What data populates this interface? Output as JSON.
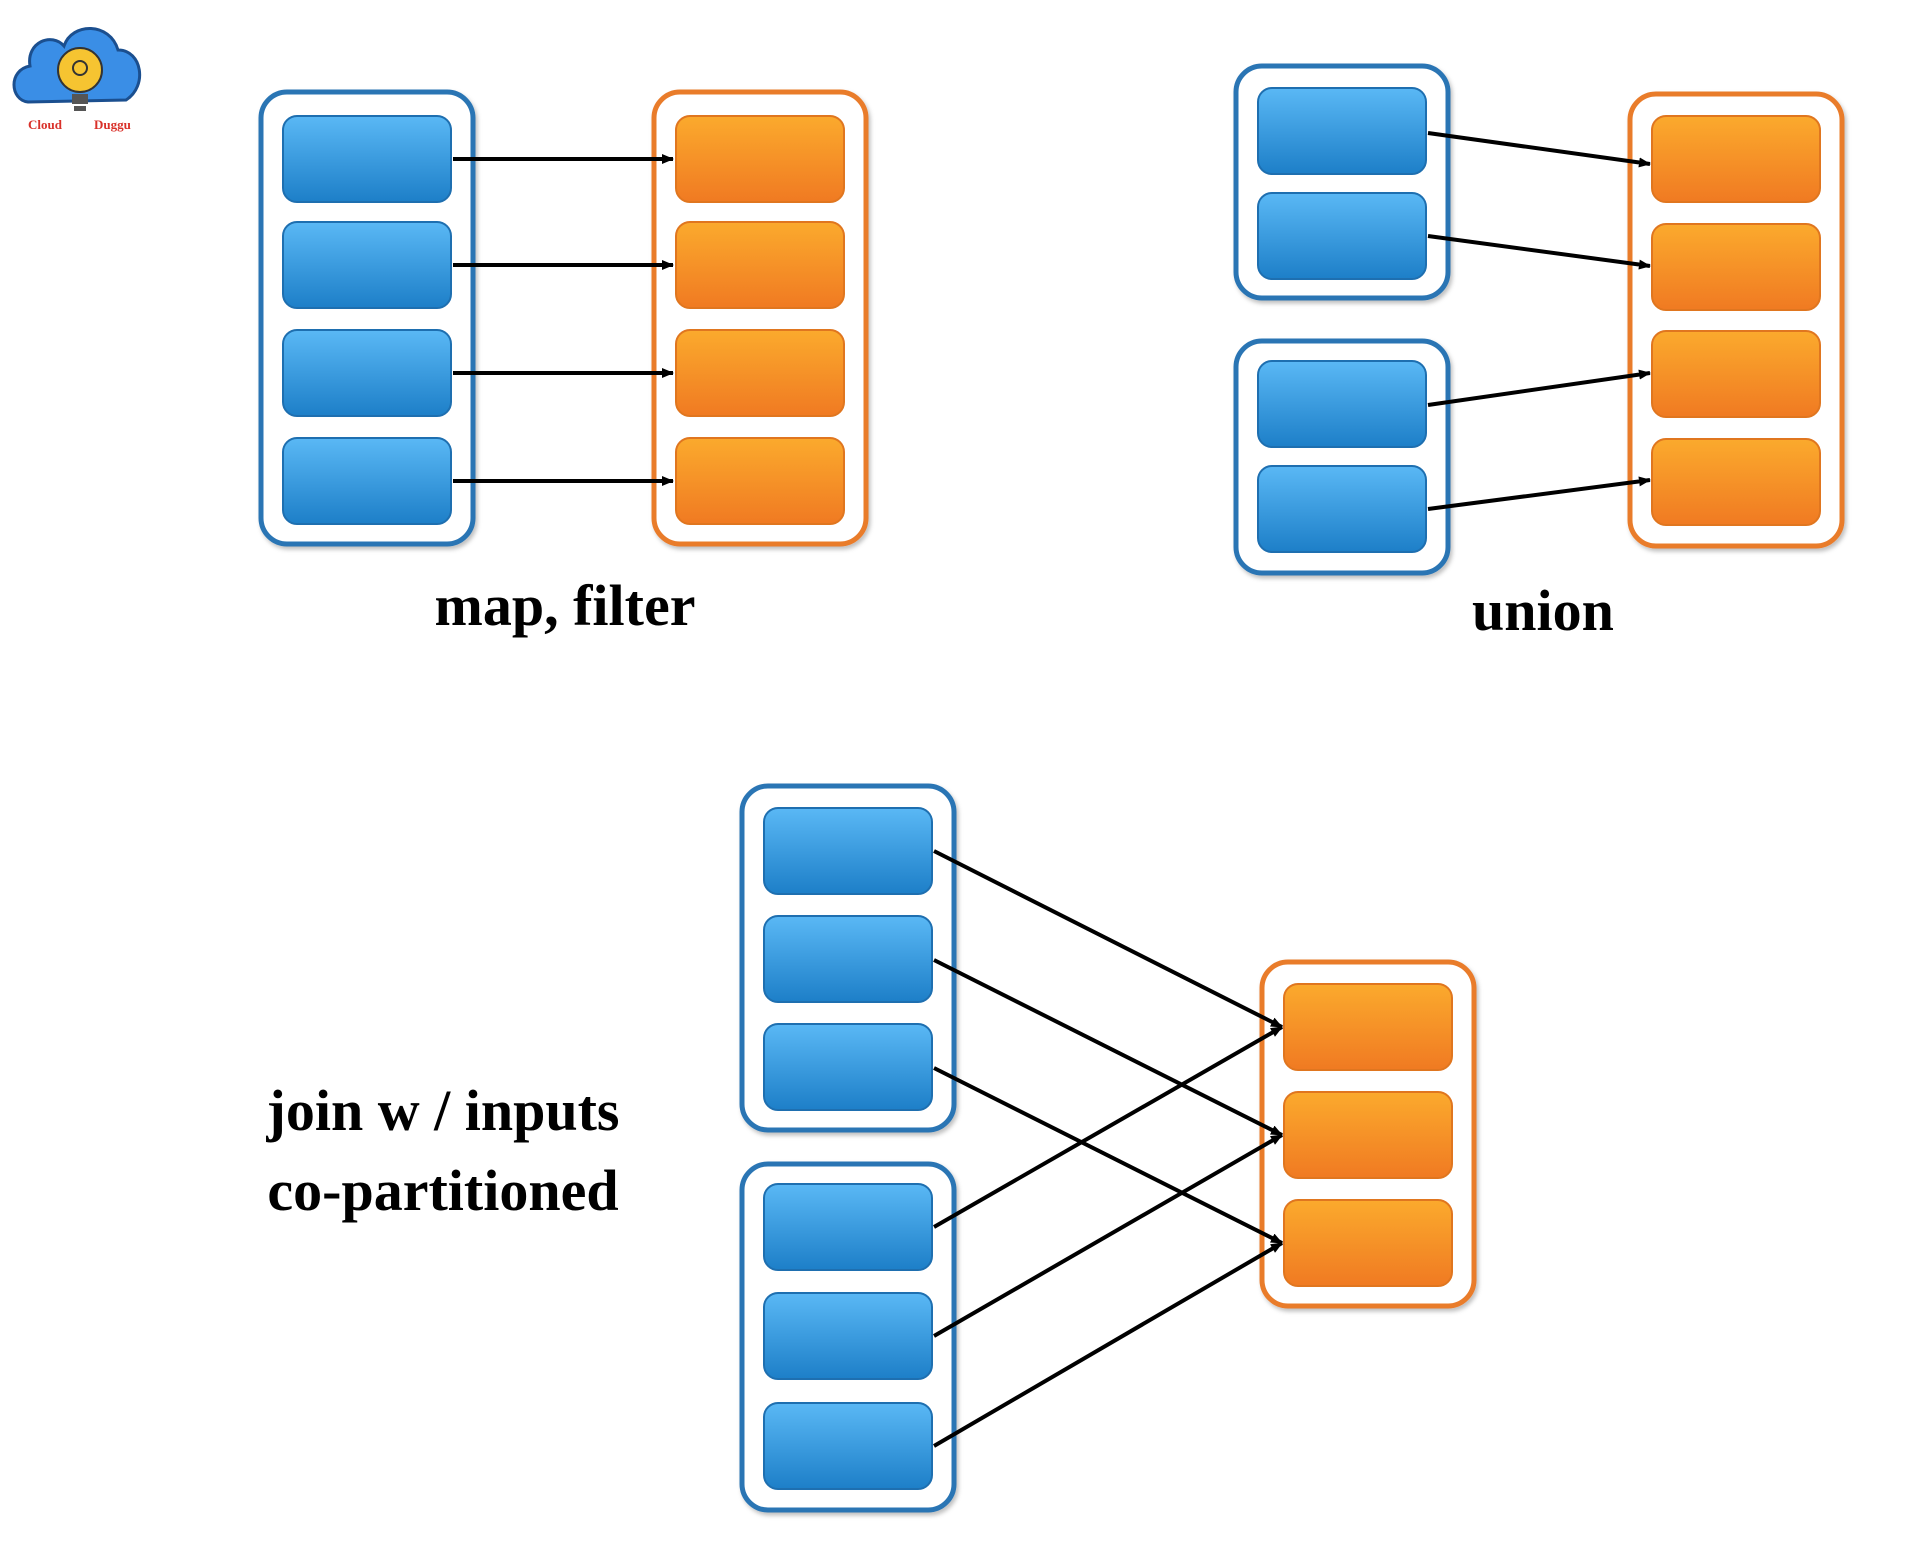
{
  "logo": {
    "left_text": "Cloud",
    "right_text": "Duggu"
  },
  "captions": {
    "map_filter": "map, filter",
    "union": "union",
    "join_line1": "join w / inputs",
    "join_line2": "co-partitioned"
  },
  "colors": {
    "parent_border": "#2a75b4",
    "child_border": "#e97b2c",
    "blue_top": "#5ab8f5",
    "blue_bottom": "#1d7fc8",
    "orange_top": "#fbaa2d",
    "orange_bottom": "#f07a22",
    "arrow": "#000000"
  }
}
